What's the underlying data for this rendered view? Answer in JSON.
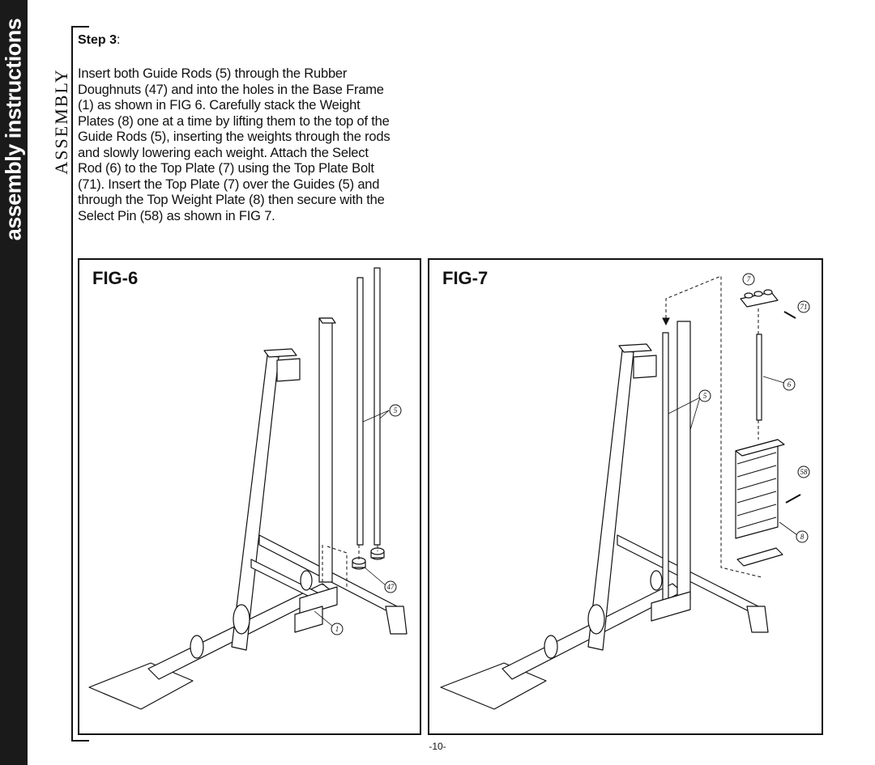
{
  "sidebar": {
    "title": "assembly instructions"
  },
  "section_label": "ASSEMBLY",
  "step": {
    "title": "Step 3",
    "colon": ":",
    "body": "Insert both Guide Rods (5) through the Rubber Doughnuts (47) and into the holes in the Base Frame (1) as shown in FIG 6.  Carefully stack the Weight Plates (8) one at a time by lifting them to the top of the Guide Rods (5), inserting the weights through the rods and slowly lowering each weight.  Attach the Select Rod (6) to the Top Plate (7) using the Top Plate Bolt (71). Insert the Top Plate (7) over the Guides (5) and through the Top Weight Plate (8) then secure with the Select Pin (58) as shown in FIG 7."
  },
  "figures": {
    "fig6": {
      "label": "FIG-6",
      "callouts": [
        "5",
        "47",
        "1"
      ]
    },
    "fig7": {
      "label": "FIG-7",
      "callouts": [
        "7",
        "71",
        "6",
        "5",
        "58",
        "8"
      ]
    }
  },
  "page_number": "-10-"
}
